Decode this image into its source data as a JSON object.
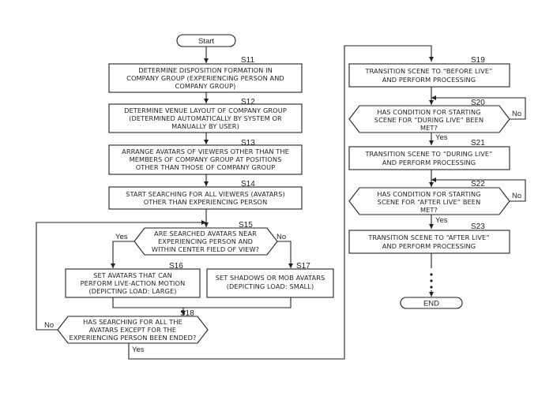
{
  "start_label": "Start",
  "end_label": "END",
  "steps": {
    "s11": {
      "id": "S11",
      "lines": [
        "DETERMINE DISPOSITION FORMATION IN",
        "COMPANY GROUP (EXPERIENCING PERSON AND",
        "COMPANY GROUP)"
      ]
    },
    "s12": {
      "id": "S12",
      "lines": [
        "DETERMINE VENUE LAYOUT OF COMPANY GROUP",
        "(DETERMINED AUTOMATICALLY BY SYSTEM OR",
        "MANUALLY BY USER)"
      ]
    },
    "s13": {
      "id": "S13",
      "lines": [
        "ARRANGE AVATARS OF VIEWERS OTHER THAN THE",
        "MEMBERS OF COMPANY GROUP AT POSITIONS",
        "OTHER THAN THOSE OF COMPANY GROUP"
      ]
    },
    "s14": {
      "id": "S14",
      "lines": [
        "START SEARCHING FOR ALL VIEWERS (AVATARS)",
        "OTHER THAN EXPERIENCING PERSON"
      ]
    },
    "s15": {
      "id": "S15",
      "lines": [
        "ARE SEARCHED AVATARS NEAR",
        "EXPERIENCING PERSON AND",
        "WITHIN CENTER FIELD OF VIEW?"
      ]
    },
    "s16": {
      "id": "S16",
      "lines": [
        "SET AVATARS THAT CAN",
        "PERFORM LIVE-ACTION MOTION",
        "(DEPICTING LOAD: LARGE)"
      ]
    },
    "s17": {
      "id": "S17",
      "lines": [
        "SET SHADOWS OR MOB AVATARS",
        "(DEPICTING LOAD: SMALL)"
      ]
    },
    "s18": {
      "id": "S18",
      "lines": [
        "HAS SEARCHING FOR ALL THE",
        "AVATARS EXCEPT FOR THE",
        "EXPERIENCING PERSON BEEN ENDED?"
      ]
    },
    "s19": {
      "id": "S19",
      "lines": [
        "TRANSITION SCENE TO “BEFORE LIVE”",
        "AND PERFORM PROCESSING"
      ]
    },
    "s20": {
      "id": "S20",
      "lines": [
        "HAS CONDITION FOR STARTING",
        "SCENE FOR “DURING LIVE” BEEN",
        "MET?"
      ]
    },
    "s21": {
      "id": "S21",
      "lines": [
        "TRANSITION SCENE TO “DURING LIVE”",
        "AND PERFORM PROCESSING"
      ]
    },
    "s22": {
      "id": "S22",
      "lines": [
        "HAS CONDITION FOR STARTING",
        "SCENE FOR “AFTER LIVE” BEEN",
        "MET?"
      ]
    },
    "s23": {
      "id": "S23",
      "lines": [
        "TRANSITION SCENE TO “AFTER LIVE”",
        "AND PERFORM PROCESSING"
      ]
    }
  },
  "branch_labels": {
    "s15_yes": "Yes",
    "s15_no": "No",
    "s18_yes": "Yes",
    "s18_no": "No",
    "s20_yes": "Yes",
    "s20_no": "No",
    "s22_yes": "Yes",
    "s22_no": "No"
  },
  "continuation_glyph": "•"
}
